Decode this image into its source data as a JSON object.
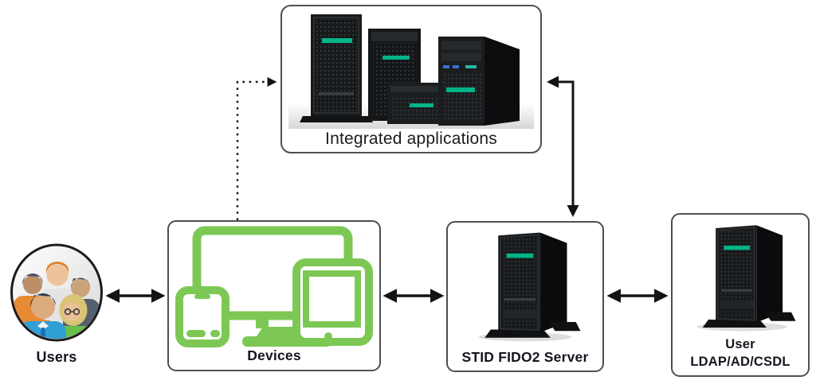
{
  "diagram": {
    "nodes": {
      "users": {
        "label": "Users",
        "icon": "user-group-icon"
      },
      "devices": {
        "label": "Devices",
        "icon": "devices-icon"
      },
      "integrated_apps": {
        "label": "Integrated applications",
        "icon": "server-cluster-icon"
      },
      "stid_server": {
        "label": "STID FIDO2 Server",
        "icon": "tower-server-icon"
      },
      "user_directory": {
        "label_line1": "User",
        "label_line2": "LDAP/AD/CSDL",
        "icon": "tower-server-icon"
      }
    },
    "connections": [
      {
        "from": "users",
        "to": "devices",
        "style": "solid",
        "direction": "bidirectional"
      },
      {
        "from": "devices",
        "to": "stid_server",
        "style": "solid",
        "direction": "bidirectional"
      },
      {
        "from": "stid_server",
        "to": "user_directory",
        "style": "solid",
        "direction": "bidirectional"
      },
      {
        "from": "devices",
        "to": "integrated_apps",
        "style": "dotted",
        "direction": "one-way"
      },
      {
        "from": "integrated_apps",
        "to": "stid_server",
        "style": "solid",
        "direction": "bidirectional-elbow"
      }
    ],
    "colors": {
      "device_green": "#7dc855",
      "hpe_badge_green": "#00b388",
      "arrow_black": "#141414",
      "box_border": "#4f4f4f",
      "label_color": "#14161f",
      "server_dark": "#17191b"
    }
  }
}
